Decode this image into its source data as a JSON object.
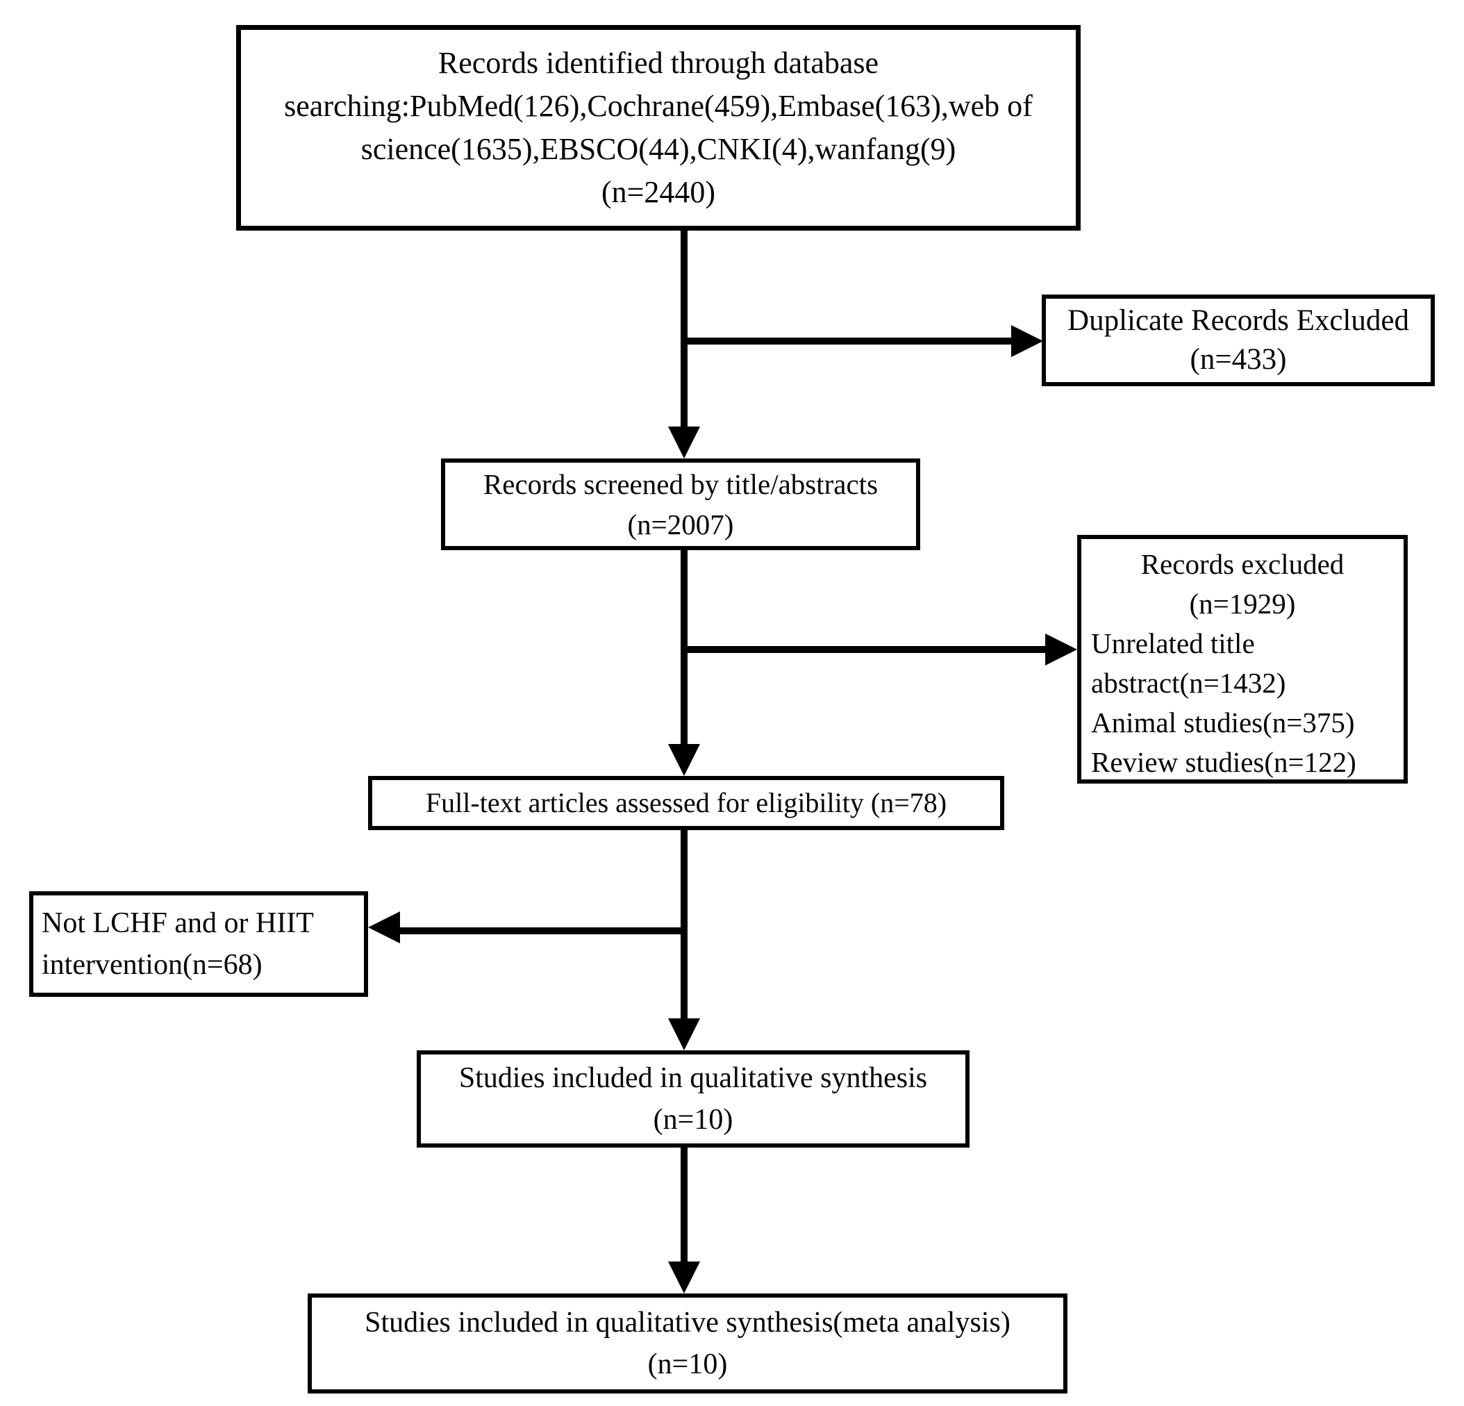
{
  "figure": {
    "type": "prisma-flow-diagram",
    "background_color": "#ffffff",
    "line_color": "#000000",
    "text_color": "#050505"
  },
  "boxes": {
    "identification": {
      "text": "Records identified through database\nsearching:PubMed(126),Cochrane(459),Embase(163),web of\nscience(1635),EBSCO(44),CNKI(4),wanfang(9)\n(n=2440)"
    },
    "duplicates_excluded": {
      "text": "Duplicate Records Excluded\n(n=433)"
    },
    "screened": {
      "text": "Records screened by title/abstracts\n(n=2007)"
    },
    "records_excluded": {
      "title": "Records excluded\n(n=1929)",
      "details": "Unrelated title\nabstract(n=1432)\nAnimal studies(n=375)\nReview studies(n=122)"
    },
    "full_text": {
      "text": "Full-text articles assessed for eligibility (n=78)"
    },
    "not_lchf": {
      "text": "Not LCHF and or HIIT\nintervention(n=68)"
    },
    "qualitative_synthesis": {
      "text": "Studies included in qualitative synthesis\n(n=10)"
    },
    "meta_analysis": {
      "text": "Studies included in qualitative  synthesis(meta analysis)\n(n=10)"
    }
  }
}
